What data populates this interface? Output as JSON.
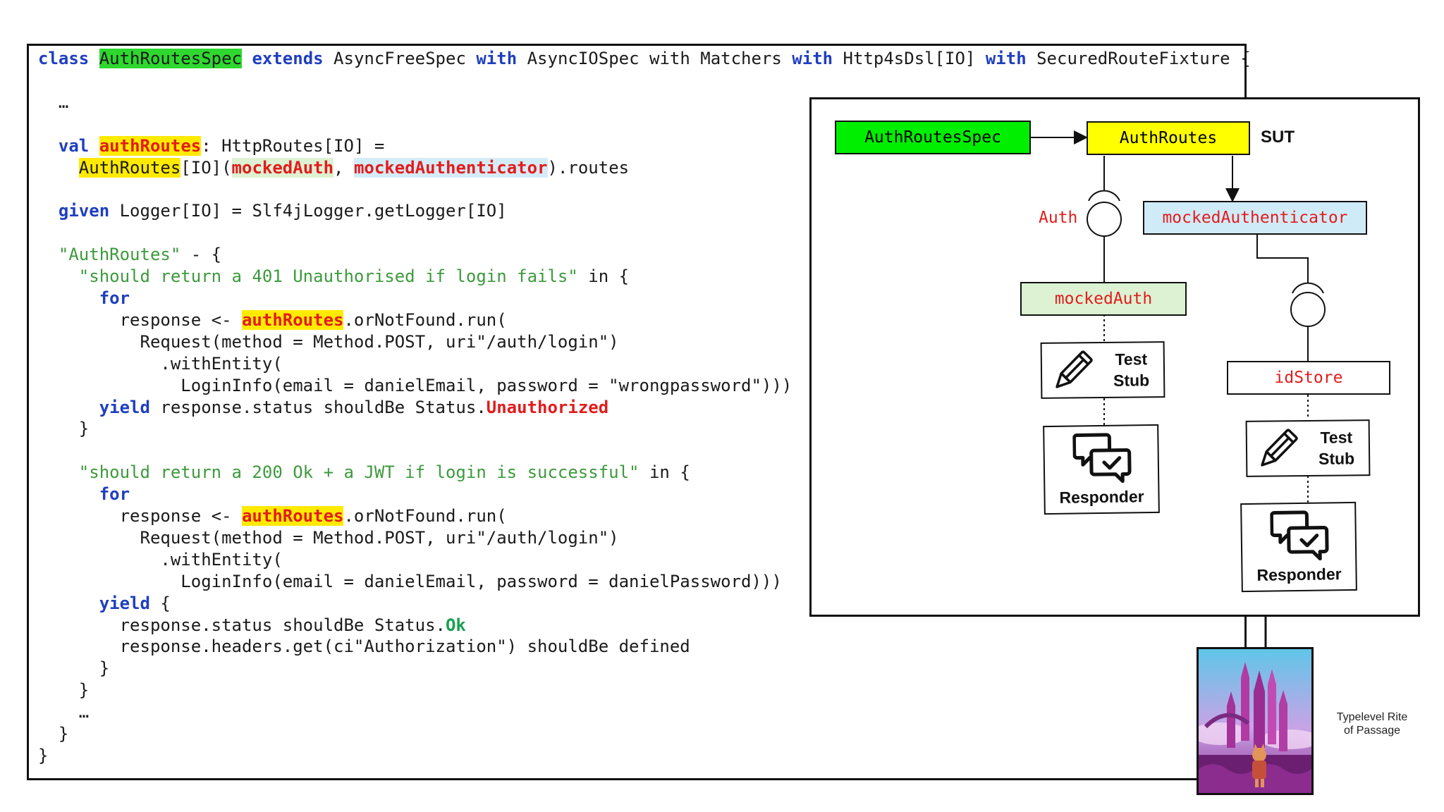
{
  "code": {
    "lines": [
      [
        {
          "t": "class",
          "c": "kw"
        },
        {
          "t": " "
        },
        {
          "t": "AuthRoutesSpec",
          "c": "hl-green"
        },
        {
          "t": " "
        },
        {
          "t": "extends",
          "c": "kw"
        },
        {
          "t": " AsyncFreeSpec "
        },
        {
          "t": "with",
          "c": "kw"
        },
        {
          "t": " AsyncIOSpec with Matchers "
        },
        {
          "t": "with",
          "c": "kw"
        },
        {
          "t": " Http4sDsl[IO] "
        },
        {
          "t": "with",
          "c": "kw"
        },
        {
          "t": " SecuredRouteFixture {"
        }
      ],
      [],
      [
        {
          "t": "  …"
        }
      ],
      [],
      [
        {
          "t": "  "
        },
        {
          "t": "val",
          "c": "kw"
        },
        {
          "t": " "
        },
        {
          "t": "authRoutes",
          "c": "err hl-yellow"
        },
        {
          "t": ": HttpRoutes[IO] ="
        }
      ],
      [
        {
          "t": "    "
        },
        {
          "t": "AuthRoutes",
          "c": "hl-yellow"
        },
        {
          "t": "[IO]("
        },
        {
          "t": "mockedAuth",
          "c": "err hl-lgreen"
        },
        {
          "t": ", "
        },
        {
          "t": "mockedAuthenticator",
          "c": "err hl-lblue"
        },
        {
          "t": ").routes"
        }
      ],
      [],
      [
        {
          "t": "  "
        },
        {
          "t": "given",
          "c": "kw"
        },
        {
          "t": " Logger[IO] = Slf4jLogger.getLogger[IO]"
        }
      ],
      [],
      [
        {
          "t": "  "
        },
        {
          "t": "\"AuthRoutes\"",
          "c": "str"
        },
        {
          "t": " - {"
        }
      ],
      [
        {
          "t": "    "
        },
        {
          "t": "\"should return a 401 Unauthorised if login fails\"",
          "c": "str"
        },
        {
          "t": " in {"
        }
      ],
      [
        {
          "t": "      "
        },
        {
          "t": "for",
          "c": "kw"
        }
      ],
      [
        {
          "t": "        response <- "
        },
        {
          "t": "authRoutes",
          "c": "err hl-yellow"
        },
        {
          "t": ".orNotFound.run("
        }
      ],
      [
        {
          "t": "          Request(method = Method.POST, uri\"/auth/login\")"
        }
      ],
      [
        {
          "t": "            .withEntity("
        }
      ],
      [
        {
          "t": "              LoginInfo(email = danielEmail, password = \"wrongpassword\")))"
        }
      ],
      [
        {
          "t": "      "
        },
        {
          "t": "yield",
          "c": "kw"
        },
        {
          "t": " response.status shouldBe Status."
        },
        {
          "t": "Unauthorized",
          "c": "err"
        }
      ],
      [
        {
          "t": "    }"
        }
      ],
      [],
      [
        {
          "t": "    "
        },
        {
          "t": "\"should return a 200 Ok + a JWT if login is successful\"",
          "c": "str"
        },
        {
          "t": " in {"
        }
      ],
      [
        {
          "t": "      "
        },
        {
          "t": "for",
          "c": "kw"
        }
      ],
      [
        {
          "t": "        response <- "
        },
        {
          "t": "authRoutes",
          "c": "err hl-yellow"
        },
        {
          "t": ".orNotFound.run("
        }
      ],
      [
        {
          "t": "          Request(method = Method.POST, uri\"/auth/login\")"
        }
      ],
      [
        {
          "t": "            .withEntity("
        }
      ],
      [
        {
          "t": "              LoginInfo(email = danielEmail, password = danielPassword)))"
        }
      ],
      [
        {
          "t": "      "
        },
        {
          "t": "yield",
          "c": "kw"
        },
        {
          "t": " {"
        }
      ],
      [
        {
          "t": "        response.status shouldBe Status."
        },
        {
          "t": "Ok",
          "c": "ok"
        }
      ],
      [
        {
          "t": "        response.headers.get(ci\"Authorization\") shouldBe defined"
        }
      ],
      [
        {
          "t": "      }"
        }
      ],
      [
        {
          "t": "    }"
        }
      ],
      [
        {
          "t": "    …"
        }
      ],
      [
        {
          "t": "  }"
        }
      ],
      [
        {
          "t": "}"
        }
      ]
    ]
  },
  "diagram": {
    "spec_box": "AuthRoutesSpec",
    "routes_box": "AuthRoutes",
    "sut_label": "SUT",
    "auth_label": "Auth",
    "mocked_authenticator_box": "mockedAuthenticator",
    "mocked_auth_box": "mockedAuth",
    "idstore_box": "idStore",
    "stub_left": {
      "line1": "Test",
      "line2": "Stub"
    },
    "stub_right": {
      "line1": "Test",
      "line2": "Stub"
    },
    "responder_left": "Responder",
    "responder_right": "Responder"
  },
  "caption": {
    "line1": "Typelevel Rite",
    "line2": "of Passage"
  },
  "icons": [
    "pencil-icon",
    "chat-check-icon",
    "book-cover-image"
  ],
  "colors": {
    "keyword": "#1f3fbf",
    "string": "#3c9a3c",
    "error_red": "#e21c1c",
    "ok_green": "#18a050",
    "highlight_green": "#2ed82e",
    "highlight_yellow": "#ffea00",
    "highlight_light_green": "#dcf2d2",
    "highlight_light_blue": "#d4ecf8"
  }
}
